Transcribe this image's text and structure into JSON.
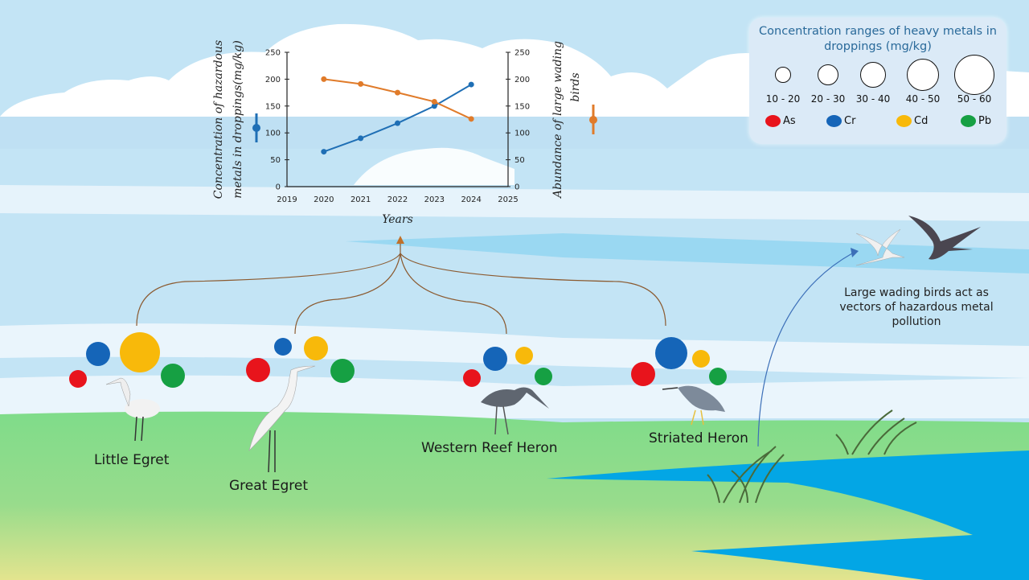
{
  "chart_data": {
    "type": "line",
    "x": [
      2020,
      2021,
      2022,
      2023,
      2024
    ],
    "x_ticks": [
      "2019",
      "2020",
      "2021",
      "2022",
      "2023",
      "2024",
      "2025"
    ],
    "xlim": [
      2019,
      2025
    ],
    "xlabel": "Years",
    "ylabel_left": "Concentration of hazardous metals in droppings(mg/kg)",
    "ylabel_right": "Abundance of large wading birds",
    "ylim": [
      0,
      250
    ],
    "y_ticks": [
      "0",
      "50",
      "100",
      "150",
      "200",
      "250"
    ],
    "grid": false,
    "series": [
      {
        "name": "Concentration of hazardous metals in droppings(mg/kg)",
        "axis": "left",
        "color": "#1f6fb5",
        "values": [
          65,
          90,
          118,
          150,
          190
        ]
      },
      {
        "name": "Abundance of large wading birds",
        "axis": "right",
        "color": "#e07b2a",
        "values": [
          200,
          191,
          175,
          158,
          126
        ]
      }
    ]
  },
  "legend": {
    "title": "Concentration ranges of heavy metals in droppings (mg/kg)",
    "size_ranges": [
      "10 - 20",
      "20 - 30",
      "30 - 40",
      "40 - 50",
      "50 - 60"
    ],
    "metals": [
      {
        "symbol": "As",
        "color": "#e8141c"
      },
      {
        "symbol": "Cr",
        "color": "#1565b8"
      },
      {
        "symbol": "Cd",
        "color": "#f8b90a"
      },
      {
        "symbol": "Pb",
        "color": "#16a043"
      }
    ]
  },
  "birds": [
    {
      "name": "Little Egret",
      "metals": {
        "As": "10 - 20",
        "Cr": "20 - 30",
        "Cd": "50 - 60",
        "Pb": "20 - 30"
      }
    },
    {
      "name": "Great Egret",
      "metals": {
        "As": "20 - 30",
        "Cr": "10 - 20",
        "Cd": "20 - 30",
        "Pb": "20 - 30"
      }
    },
    {
      "name": "Western Reef Heron",
      "metals": {
        "As": "10 - 20",
        "Cr": "20 - 30",
        "Cd": "10 - 20",
        "Pb": "10 - 20"
      }
    },
    {
      "name": "Striated Heron",
      "metals": {
        "As": "20 - 30",
        "Cr": "30 - 40",
        "Cd": "10 - 20",
        "Pb": "10 - 20"
      }
    }
  ],
  "vector_caption": "Large wading birds act as vectors of hazardous metal pollution"
}
